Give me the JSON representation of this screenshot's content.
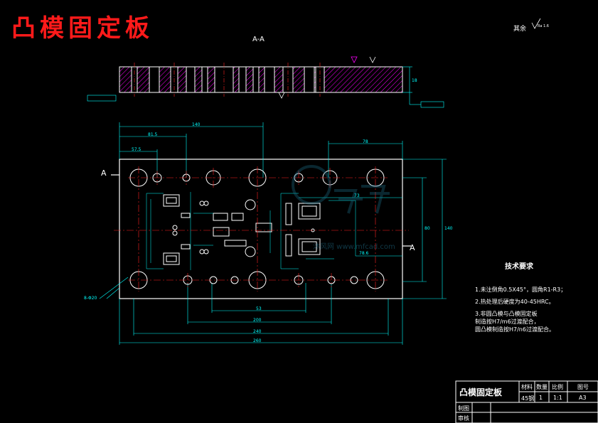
{
  "title": "凸模固定板",
  "section_label": "A-A",
  "rest_roughness": "其余",
  "rest_roughness_value": "Ra 1.6",
  "section_marker_left": "A",
  "section_marker_right": "A",
  "technical_requirements": {
    "heading": "技术要求",
    "items": [
      "1.未注倒角0.5X45°，圆角R1-R3；",
      "2.热处理后硬度为40-45HRC。",
      "3.非圆凸模与凸模固定板",
      "  制造按H7/m6过渡配合，",
      "  圆凸模制造按H7/n6过渡配合。"
    ]
  },
  "dimensions": {
    "overall_length": "260",
    "width_240": "240",
    "dim_200": "200",
    "dim_53": "53",
    "dim_140": "140",
    "dim_81_5": "81.5",
    "dim_57_5": "57.5",
    "dim_78": "78",
    "dim_73": "73",
    "dim_78_6": "78.6",
    "dim_140_v": "140",
    "dim_80_v": "80",
    "thickness": "18",
    "hole_note": "8-Φ20"
  },
  "title_block": {
    "part_name": "凸模固定板",
    "material_label": "材料",
    "material_value": "45钢",
    "quantity_label": "数量",
    "quantity_value": "1",
    "scale_label": "比例",
    "scale_value": "1:1",
    "drawing_no_label": "图号",
    "drawing_no_value": "A3",
    "drawn_label": "制图",
    "checked_label": "审核"
  },
  "watermark": "沐风网 www.mfcad.com",
  "colors": {
    "background": "#000000",
    "outline": "#ffffff",
    "hatch": "#ff00ff",
    "centerline": "#ff2020",
    "dimension": "#00ffff",
    "title": "#ff1a1a"
  }
}
